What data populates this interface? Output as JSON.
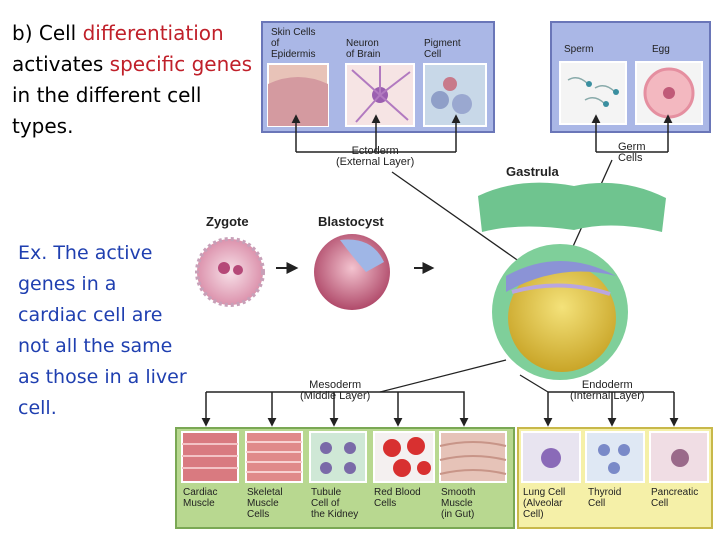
{
  "slide": {
    "heading_parts": [
      "b) Cell ",
      "differentiation",
      " activates ",
      "specific",
      " genes",
      " in the different cell types."
    ],
    "example": "Ex. The active genes in a cardiac cell are not all the same as those in a liver cell."
  },
  "diagram": {
    "stages": {
      "zygote": "Zygote",
      "blastocyst": "Blastocyst",
      "gastrula": "Gastrula"
    },
    "layers": {
      "ectoderm": "Ectoderm\n(External Layer)",
      "mesoderm": "Mesoderm\n(Middle Layer)",
      "endoderm": "Endoderm\n(Internal Layer)",
      "germ_cells": "Germ\nCells"
    },
    "ectoderm_cells": [
      "Skin Cells\nof\nEpidermis",
      "Neuron\nof Brain",
      "Pigment\nCell"
    ],
    "germ_cell_types": [
      "Sperm",
      "Egg"
    ],
    "mesoderm_cells": [
      "Cardiac\nMuscle",
      "Skeletal\nMuscle\nCells",
      "Tubule\nCell of\nthe Kidney",
      "Red Blood\nCells",
      "Smooth\nMuscle\n(in Gut)"
    ],
    "endoderm_cells": [
      "Lung Cell\n(Alveolar\nCell)",
      "Thyroid\nCell",
      "Pancreatic\nCell"
    ],
    "colors": {
      "ectoderm_panel": "#aab7e6",
      "germ_panel": "#aab7e6",
      "mesoderm_panel": "#b8d890",
      "endoderm_panel": "#f5f0a8"
    }
  }
}
